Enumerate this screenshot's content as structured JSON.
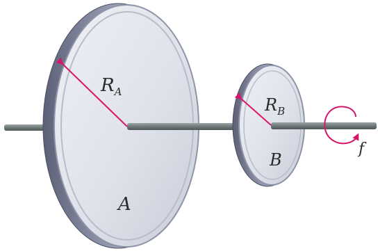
{
  "diagram": {
    "disk_a": {
      "label": "A",
      "radius_label": "R",
      "radius_sub": "A"
    },
    "disk_b": {
      "label": "B",
      "radius_label": "R",
      "radius_sub": "B"
    },
    "rotation": {
      "label": "f"
    }
  },
  "colors": {
    "disk_face": "#dfe3ec",
    "disk_rim": "#9aa0b8",
    "shaft": "#707a7a",
    "radius_arrow": "#d8156a",
    "rotation_arrow": "#d8156a",
    "label_text": "#2a2a2a"
  }
}
